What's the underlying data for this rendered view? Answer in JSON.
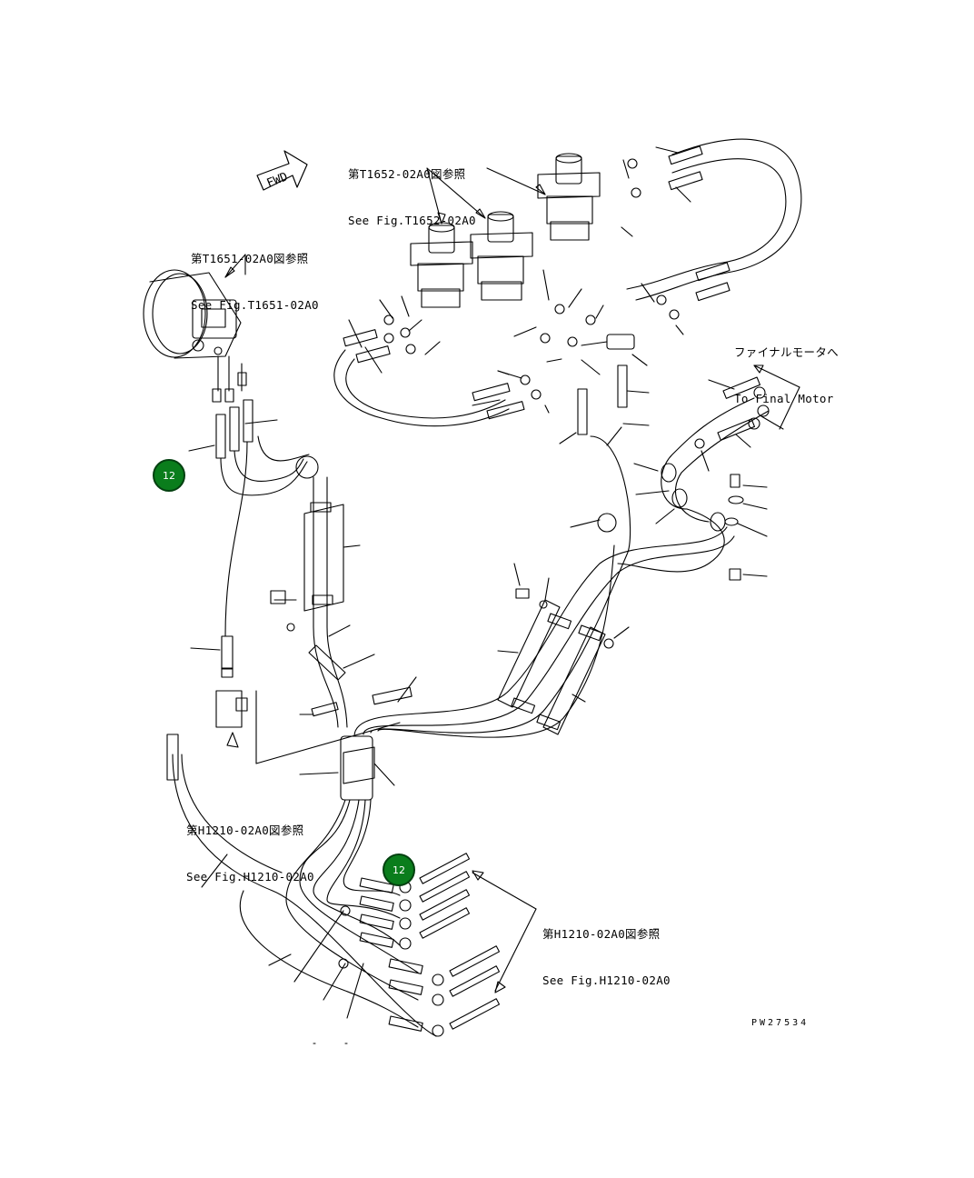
{
  "references": {
    "t1652": {
      "jp": "第T1652-02A0図参照",
      "en": "See Fig.T1652-02A0"
    },
    "t1651": {
      "jp": "第T1651-02A0図参照",
      "en": "See Fig.T1651-02A0"
    },
    "final_motor": {
      "jp": "ファイナルモータへ",
      "en": "To Final Motor"
    },
    "h1210_left": {
      "jp": "第H1210-02A0図参照",
      "en": "See Fig.H1210-02A0"
    },
    "h1210_right": {
      "jp": "第H1210-02A0図参照",
      "en": "See Fig.H1210-02A0"
    }
  },
  "direction_arrow": {
    "label": "FWD"
  },
  "callouts": [
    {
      "label": "12"
    },
    {
      "label": "12"
    }
  ],
  "drawing_code": "PW27534",
  "colors": {
    "line": "#000000",
    "callout_fill": "#0a7d1c",
    "callout_border": "#034010",
    "background": "#ffffff"
  }
}
